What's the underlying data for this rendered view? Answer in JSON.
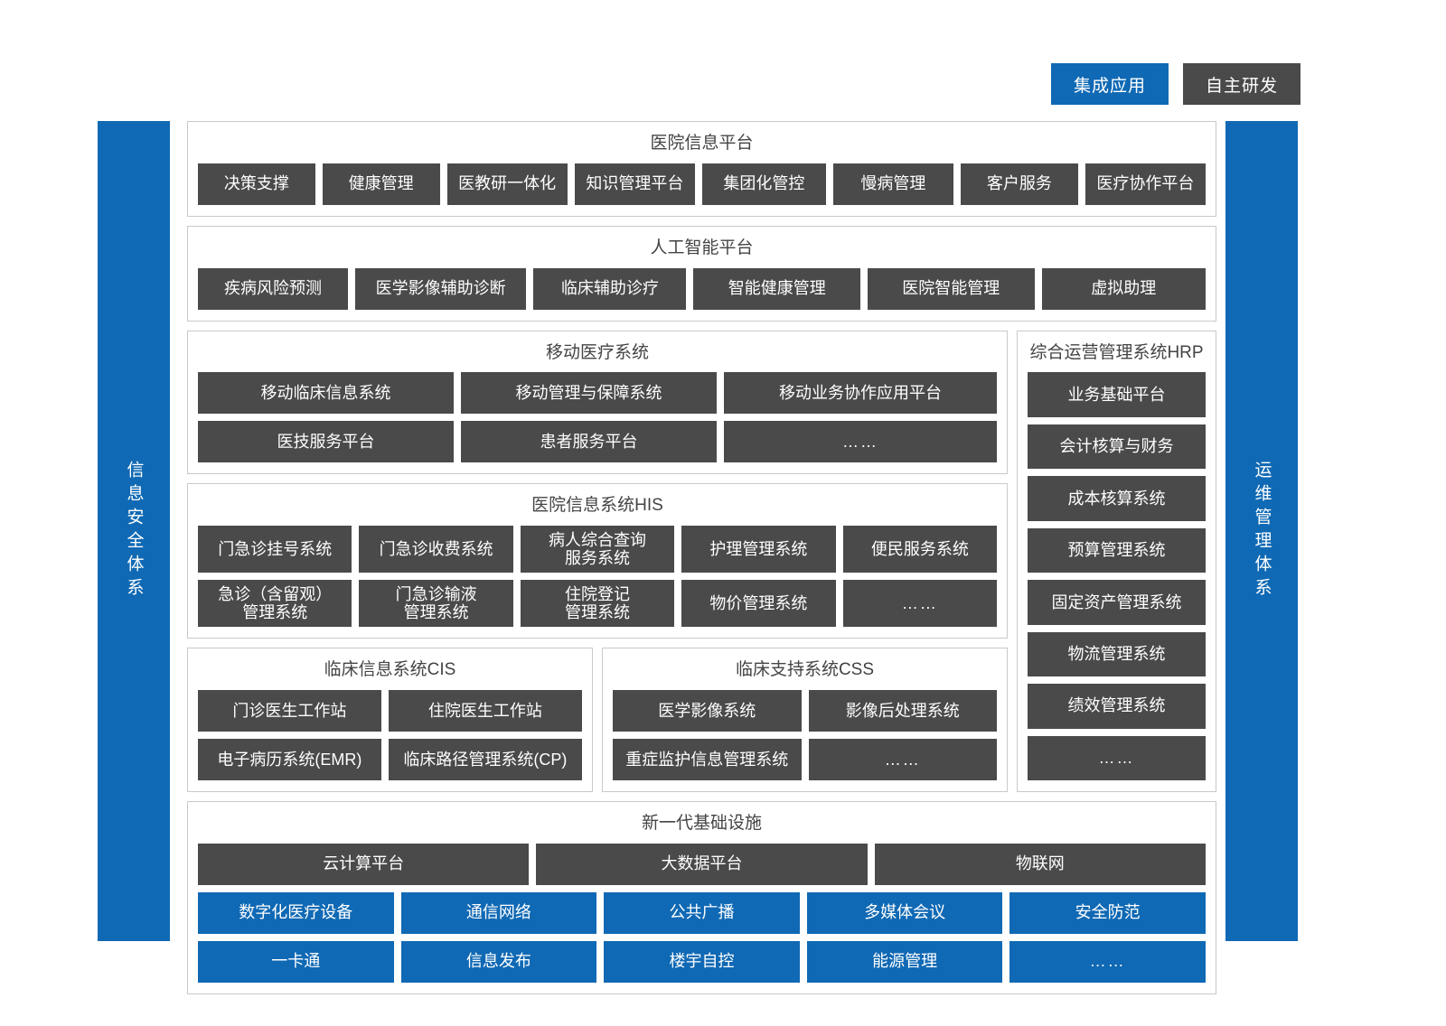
{
  "legend": {
    "items": [
      {
        "label": "集成应用",
        "color": "#1069b4",
        "style": "blue"
      },
      {
        "label": "自主研发",
        "color": "#4a4a4a",
        "style": "dark"
      }
    ]
  },
  "side_bars": {
    "left": {
      "label": "信息安全体系",
      "color": "#1069b4"
    },
    "right": {
      "label": "运维管理体系",
      "color": "#1069b4"
    }
  },
  "colors": {
    "blue": "#1069b4",
    "dark": "#4a4a4a",
    "panel_border": "#c9c9c9",
    "title_text": "#444444"
  },
  "sections": {
    "hospital_info_platform": {
      "title": "医院信息平台",
      "items": [
        "决策支撑",
        "健康管理",
        "医教研一体化",
        "知识管理平台",
        "集团化管控",
        "慢病管理",
        "客户服务",
        "医疗协作平台"
      ]
    },
    "ai_platform": {
      "title": "人工智能平台",
      "items": [
        "疾病风险预测",
        "医学影像辅助诊断",
        "临床辅助诊疗",
        "智能健康管理",
        "医院智能管理",
        "虚拟助理"
      ]
    },
    "mobile_medical": {
      "title": "移动医疗系统",
      "rows": [
        [
          "移动临床信息系统",
          "移动管理与保障系统",
          "移动业务协作应用平台"
        ],
        [
          "医技服务平台",
          "患者服务平台",
          "……"
        ]
      ]
    },
    "his": {
      "title": "医院信息系统HIS",
      "rows": [
        [
          "门急诊挂号系统",
          "门急诊收费系统",
          "病人综合查询\n服务系统",
          "护理管理系统",
          "便民服务系统"
        ],
        [
          "急诊（含留观）\n管理系统",
          "门急诊输液\n管理系统",
          "住院登记\n管理系统",
          "物价管理系统",
          "……"
        ]
      ]
    },
    "cis": {
      "title": "临床信息系统CIS",
      "rows": [
        [
          "门诊医生工作站",
          "住院医生工作站"
        ],
        [
          "电子病历系统(EMR)",
          "临床路径管理系统(CP)"
        ]
      ]
    },
    "css": {
      "title": "临床支持系统CSS",
      "rows": [
        [
          "医学影像系统",
          "影像后处理系统"
        ],
        [
          "重症监护信息管理系统",
          "……"
        ]
      ]
    },
    "hrp": {
      "title": "综合运营管理系统HRP",
      "items": [
        "业务基础平台",
        "会计核算与财务",
        "成本核算系统",
        "预算管理系统",
        "固定资产管理系统",
        "物流管理系统",
        "绩效管理系统",
        "……"
      ]
    },
    "infrastructure": {
      "title": "新一代基础设施",
      "platform_row": [
        "云计算平台",
        "大数据平台",
        "物联网"
      ],
      "blue_rows": [
        [
          "数字化医疗设备",
          "通信网络",
          "公共广播",
          "多媒体会议",
          "安全防范"
        ],
        [
          "一卡通",
          "信息发布",
          "楼宇自控",
          "能源管理",
          "……"
        ]
      ]
    }
  }
}
